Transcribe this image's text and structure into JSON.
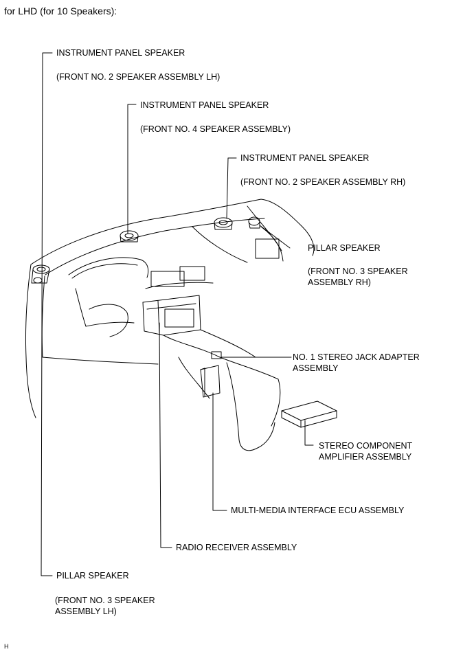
{
  "title": "for LHD (for 10 Speakers):",
  "footer_code": "H",
  "callouts": {
    "front_speaker_lh": {
      "label": "INSTRUMENT PANEL SPEAKER",
      "part": "(FRONT NO. 2 SPEAKER ASSEMBLY LH)"
    },
    "center_speaker": {
      "label": "INSTRUMENT PANEL SPEAKER",
      "part": "(FRONT NO. 4 SPEAKER ASSEMBLY)"
    },
    "front_speaker_rh": {
      "label": "INSTRUMENT PANEL SPEAKER",
      "part": "(FRONT NO. 2 SPEAKER ASSEMBLY RH)"
    },
    "pillar_speaker_rh": {
      "label": "PILLAR SPEAKER",
      "part": "(FRONT NO. 3 SPEAKER\nASSEMBLY RH)"
    },
    "stereo_jack": {
      "label": "NO. 1 STEREO JACK ADAPTER\nASSEMBLY"
    },
    "amplifier": {
      "label": "STEREO COMPONENT\nAMPLIFIER ASSEMBLY"
    },
    "mmi_ecu": {
      "label": "MULTI-MEDIA INTERFACE ECU ASSEMBLY"
    },
    "radio_receiver": {
      "label": "RADIO RECEIVER ASSEMBLY"
    },
    "pillar_speaker_lh": {
      "label": "PILLAR SPEAKER",
      "part": "(FRONT NO. 3 SPEAKER\nASSEMBLY LH)"
    }
  }
}
